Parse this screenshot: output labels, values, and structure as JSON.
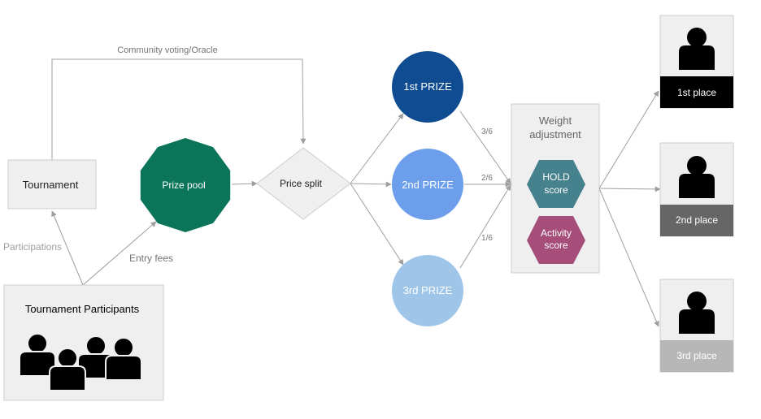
{
  "edges": {
    "community": "Community voting/Oracle",
    "participations": "Participations",
    "entry_fees": "Entry fees",
    "r1": "3/6",
    "r2": "2/6",
    "r3": "1/6"
  },
  "nodes": {
    "tournament": "Tournament",
    "participants": "Tournament Participants",
    "prize_pool": "Prize pool",
    "price_split": "Price split",
    "prize1": "1st PRIZE",
    "prize2": "2nd PRIZE",
    "prize3": "3rd PRIZE",
    "weight_line1": "Weight",
    "weight_line2": "adjustment",
    "hold_line1": "HOLD",
    "hold_line2": "score",
    "activity_line1": "Activity",
    "activity_line2": "score",
    "place1": "1st place",
    "place2": "2nd place",
    "place3": "3rd place"
  },
  "colors": {
    "prize_pool": "#0b7459",
    "prize1": "#0f4c92",
    "prize2": "#6c9eeb",
    "prize3": "#9fc5e8",
    "hold": "#46818e",
    "activity": "#a64d79",
    "place1": "#000000",
    "place2": "#666666",
    "place3": "#b7b7b7",
    "panel": "#efefef",
    "line": "#9e9e9e"
  }
}
